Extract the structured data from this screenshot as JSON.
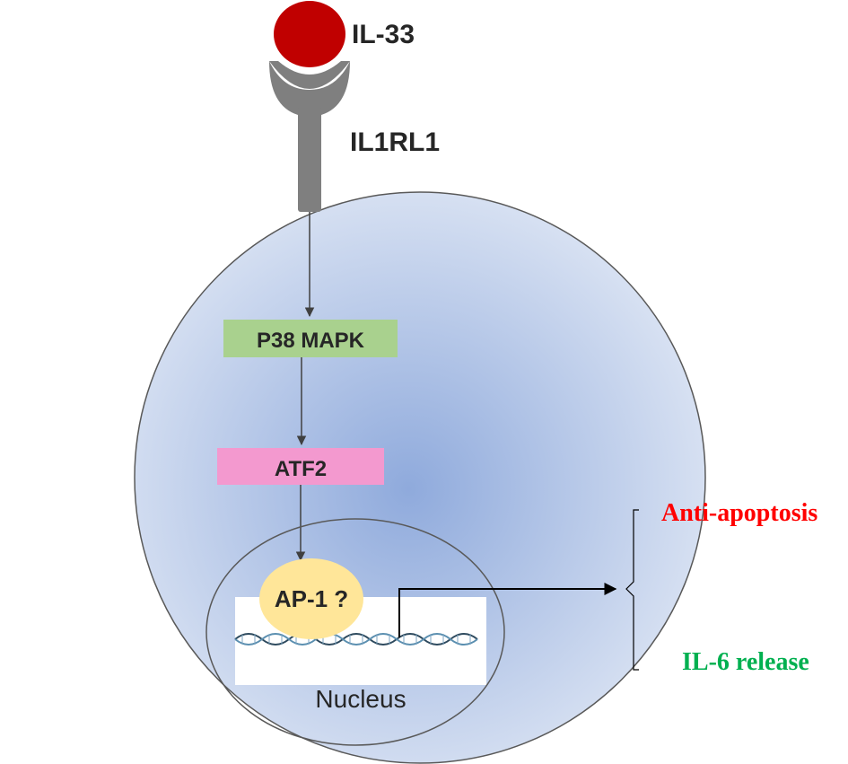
{
  "ligand": {
    "label": "IL-33",
    "color": "#c00000"
  },
  "receptor": {
    "label": "IL1RL1",
    "color": "#7f7f7f"
  },
  "cell": {
    "fill_center": "#8faadc",
    "fill_edge": "#dae3f3",
    "stroke": "#595959"
  },
  "pathway": {
    "p38": {
      "label": "P38 MAPK",
      "color": "#a9d18e"
    },
    "atf2": {
      "label": "ATF2",
      "color": "#f399cf"
    },
    "ap1": {
      "label": "AP-1 ?",
      "color": "#ffe699"
    }
  },
  "nucleus": {
    "label": "Nucleus"
  },
  "outcomes": {
    "anti_apoptosis": {
      "label": "Anti-apoptosis",
      "color": "#ff0000"
    },
    "il6_release": {
      "label": "IL-6 release",
      "color": "#00b050"
    }
  }
}
